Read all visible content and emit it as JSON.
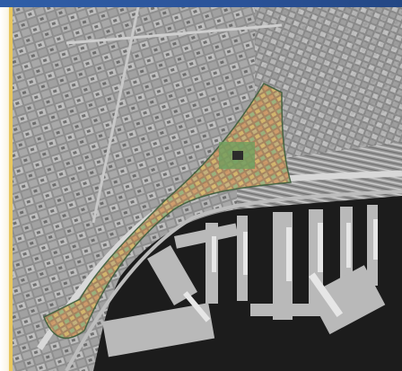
{
  "map": {
    "kind": "aerial-photograph",
    "colors": {
      "frame_banner": "#2a5298",
      "frame_accent": "#e8c75d",
      "frame_edge": "#fbf7ea",
      "urban_fabric": "#9a9a9a",
      "harbor_water": "#1b1b1b",
      "highlight_warm": "#c98a56",
      "highlight_green": "#8fb873",
      "highlight_yellow": "#d9c063"
    },
    "layers": [
      {
        "name": "dense-historic-district",
        "icon": "city-blocks"
      },
      {
        "name": "highlighted-waterfront-zone",
        "icon": "highlight-overlay"
      },
      {
        "name": "coastal-avenue",
        "icon": "road"
      },
      {
        "name": "railway-yard",
        "icon": "rail-tracks"
      },
      {
        "name": "harbor-basin",
        "icon": "water"
      },
      {
        "name": "port-piers",
        "icon": "pier"
      },
      {
        "name": "moored-ships",
        "icon": "ship"
      }
    ]
  }
}
